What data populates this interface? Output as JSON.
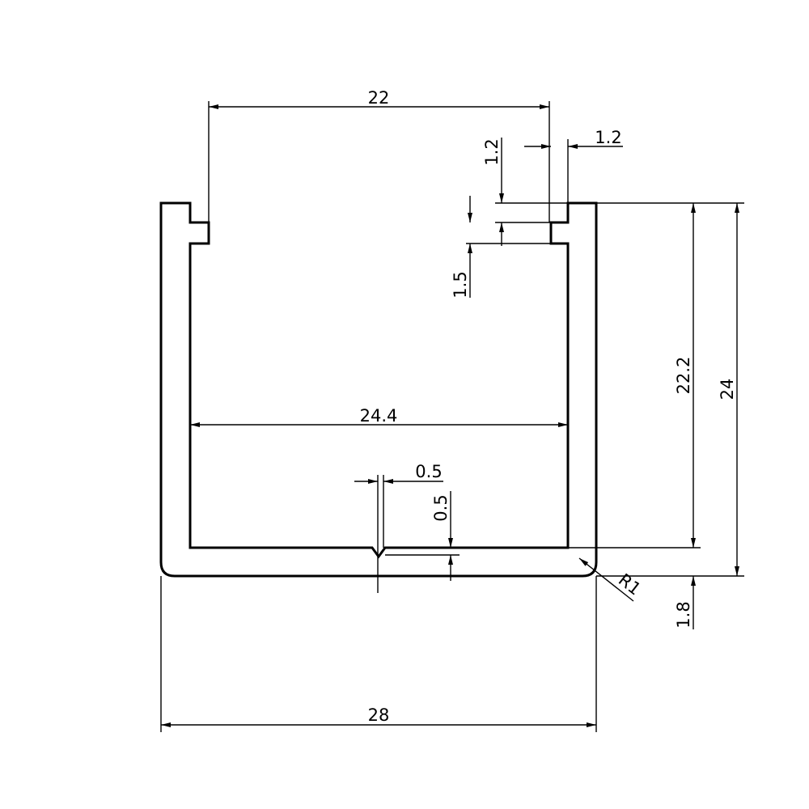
{
  "drawing": {
    "stroke_color": "#000000",
    "background_color": "#ffffff",
    "dimensions": {
      "top_opening": "22",
      "lip_width": "1.2",
      "lip_height": "1.2",
      "lip_depth": "1.5",
      "inner_width": "24.4",
      "groove_width": "0.5",
      "groove_depth": "0.5",
      "inner_height": "22.2",
      "total_height": "24",
      "corner_radius": "R1",
      "base_thickness": "1.8",
      "total_width": "28"
    }
  }
}
